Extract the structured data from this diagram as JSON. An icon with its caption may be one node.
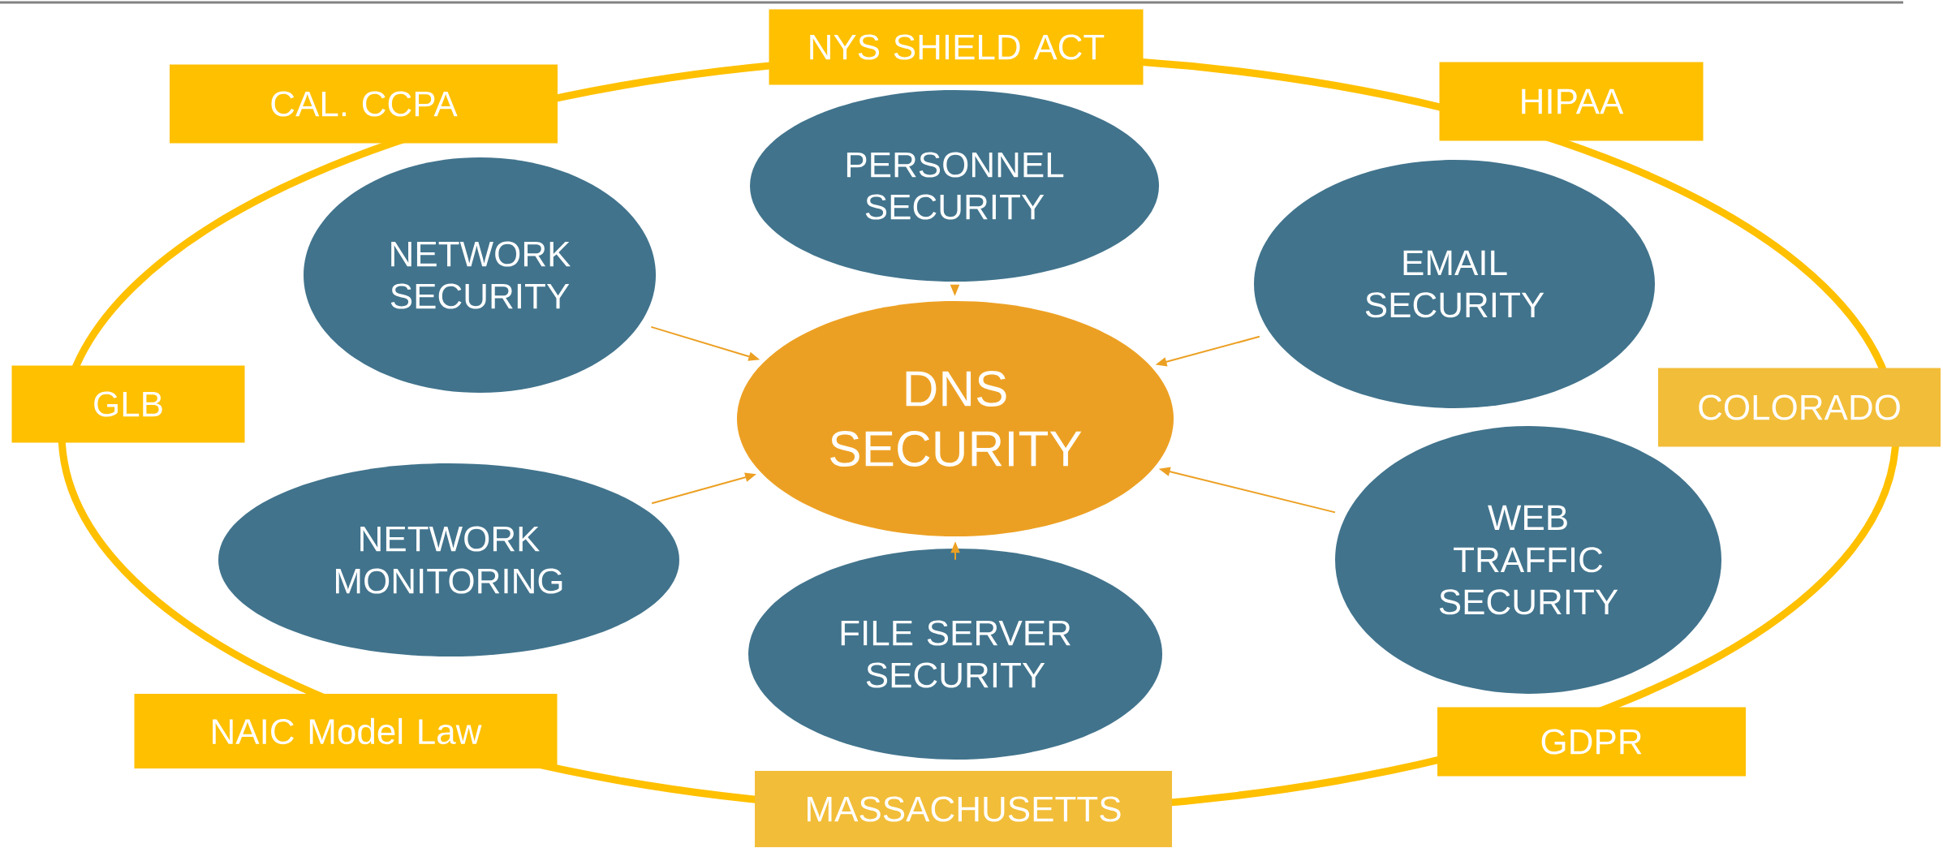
{
  "diagram": {
    "nodes": [
      {
        "text": [
          "NYS SHIELD ACT"
        ]
      },
      {
        "text": [
          "CAL. CCPA"
        ]
      },
      {
        "text": [
          "HIPAA"
        ]
      },
      {
        "text": [
          "PERSONNEL SECURITY"
        ]
      },
      {
        "text": [
          "NETWORK SECURITY"
        ]
      },
      {
        "text": [
          "EMAIL SECURITY"
        ]
      },
      {
        "text": [
          "GLB"
        ]
      },
      {
        "text": [
          "COLORADO"
        ]
      },
      {
        "text": [
          "DNS SECURITY"
        ]
      },
      {
        "text": [
          "NETWORK MONITORING"
        ]
      },
      {
        "text": [
          "WEB TRAFFIC SECURITY"
        ]
      },
      {
        "text": [
          "FILE SERVER SECURITY"
        ]
      },
      {
        "text": [
          "NAIC Model Law"
        ]
      },
      {
        "text": [
          "GDPR"
        ]
      },
      {
        "text": [
          "MASSACHUSETTS"
        ]
      }
    ],
    "edges": [
      {
        "from": 3,
        "to": 8,
        "arrow": "to"
      },
      {
        "from": 4,
        "to": 8,
        "arrow": "to"
      },
      {
        "from": 5,
        "to": 8,
        "arrow": "to"
      },
      {
        "from": 9,
        "to": 8,
        "arrow": "to"
      },
      {
        "from": 10,
        "to": 8,
        "arrow": "to"
      },
      {
        "from": 11,
        "to": 8,
        "arrow": "to"
      }
    ]
  }
}
